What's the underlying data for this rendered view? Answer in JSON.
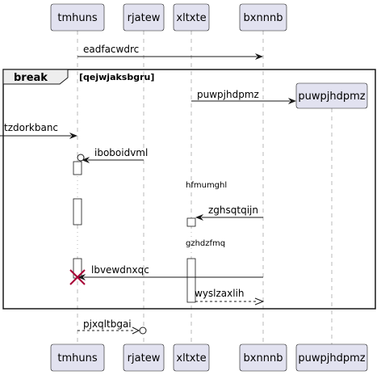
{
  "participants": [
    {
      "id": "tmhuns",
      "label": "tmhuns"
    },
    {
      "id": "rjatew",
      "label": "rjatew"
    },
    {
      "id": "xltxte",
      "label": "xltxte"
    },
    {
      "id": "bxnnnb",
      "label": "bxnnnb"
    },
    {
      "id": "puwpjhdpmz",
      "label": "puwpjhdpmz"
    }
  ],
  "messages": [
    {
      "label": "eadfacwdrc"
    },
    {
      "label": "puwpjhdpmz"
    },
    {
      "label": "tzdorkbanc"
    },
    {
      "label": "iboboidvml"
    },
    {
      "label": "zghsqtqijn"
    },
    {
      "label": "lbvewdnxqc"
    },
    {
      "label": "wyslzaxlih"
    },
    {
      "label": "pjxqltbgai"
    }
  ],
  "delays": [
    {
      "label": "hfmumghl"
    },
    {
      "label": "gzhdzfmq"
    }
  ],
  "fragment": {
    "keyword": "break",
    "guard": "[qejwjaksbgru]"
  }
}
